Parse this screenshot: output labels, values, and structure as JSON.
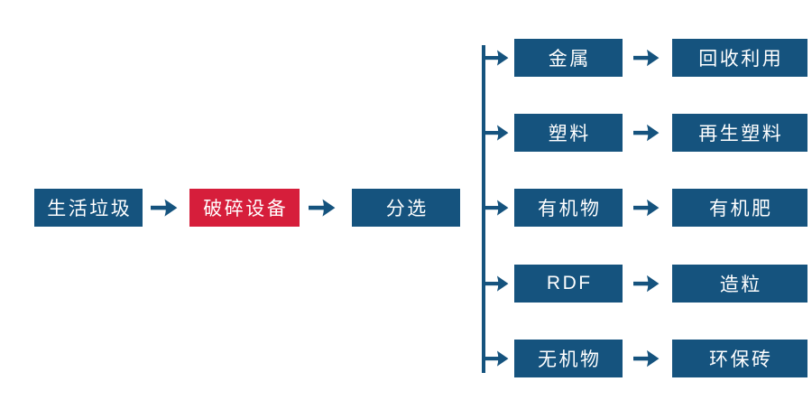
{
  "diagram": {
    "type": "flowchart",
    "title": "",
    "main_flow": {
      "nodes": [
        {
          "id": "household-waste",
          "label": "生活垃圾",
          "variant": "blue"
        },
        {
          "id": "crushing-equipment",
          "label": "破碎设备",
          "variant": "red"
        },
        {
          "id": "sorting",
          "label": "分选",
          "variant": "blue"
        }
      ]
    },
    "branches": [
      {
        "source": "金属",
        "result": "回收利用"
      },
      {
        "source": "塑料",
        "result": "再生塑料"
      },
      {
        "source": "有机物",
        "result": "有机肥"
      },
      {
        "source": "RDF",
        "result": "造粒"
      },
      {
        "source": "无机物",
        "result": "环保砖"
      }
    ],
    "colors": {
      "node_blue": "#15537E",
      "node_highlight_red": "#D61E3B",
      "arrow": "#15537E",
      "text": "#FFFFFF",
      "background": "#FFFFFF"
    }
  }
}
